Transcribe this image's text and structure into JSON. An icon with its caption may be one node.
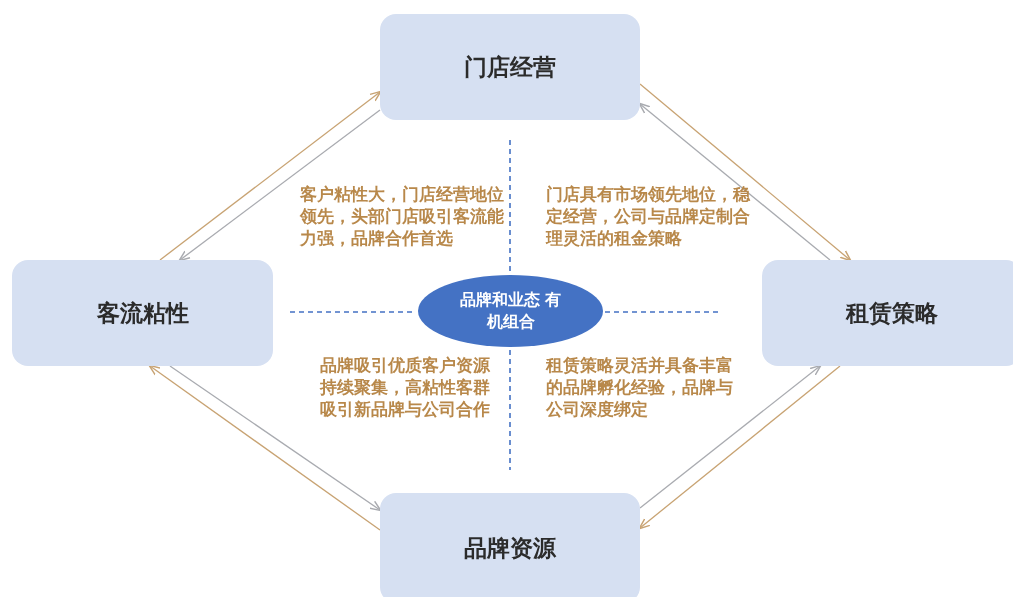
{
  "diagram": {
    "nodes": [
      {
        "text": [
          "门店经营"
        ]
      },
      {
        "text": [
          "客流粘性"
        ]
      },
      {
        "text": [
          "品牌和业态 有机组合"
        ]
      },
      {
        "text": [
          "租赁策略"
        ]
      },
      {
        "text": [
          "品牌资源"
        ]
      }
    ],
    "edges": [
      {
        "from": 1,
        "to": 0,
        "arrow": "to",
        "color": "#c8a373"
      },
      {
        "from": 0,
        "to": 1,
        "arrow": "to",
        "color": "#a9abb0"
      },
      {
        "from": 0,
        "to": 3,
        "arrow": "to",
        "color": "#c8a373"
      },
      {
        "from": 3,
        "to": 0,
        "arrow": "to",
        "color": "#a9abb0"
      },
      {
        "from": 3,
        "to": 4,
        "arrow": "to",
        "color": "#c8a373"
      },
      {
        "from": 4,
        "to": 3,
        "arrow": "to",
        "color": "#a9abb0"
      },
      {
        "from": 4,
        "to": 1,
        "arrow": "to",
        "color": "#c8a373"
      },
      {
        "from": 1,
        "to": 4,
        "arrow": "to",
        "color": "#a9abb0"
      }
    ],
    "labels": [
      "客户粘性大，门店经营地位领先，头部门店吸引客流能力强，品牌合作首选",
      "门店具有市场领先地位，稳定经营，公司与品牌定制合理灵活的租金策略",
      "品牌吸引优质客户资源持续聚集，高粘性客群吸引新品牌与公司合作",
      "租赁策略灵活并具备丰富的品牌孵化经验，品牌与公司深度绑定"
    ]
  }
}
